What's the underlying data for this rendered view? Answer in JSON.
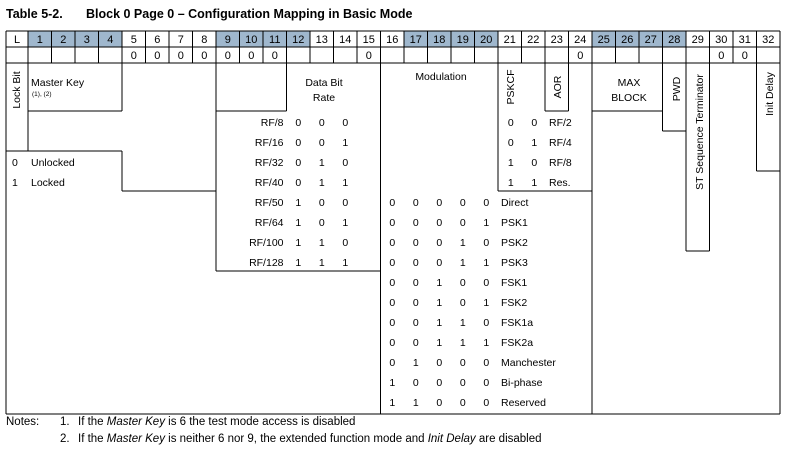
{
  "caption": {
    "number": "Table 5-2.",
    "title": "Block 0 Page 0 – Configuration Mapping in Basic Mode"
  },
  "colors": {
    "shaded_header": "#9fb7cd",
    "grid": "#000000"
  },
  "bit_headers": [
    "L",
    "1",
    "2",
    "3",
    "4",
    "5",
    "6",
    "7",
    "8",
    "9",
    "10",
    "11",
    "12",
    "13",
    "14",
    "15",
    "16",
    "17",
    "18",
    "19",
    "20",
    "21",
    "22",
    "23",
    "24",
    "25",
    "26",
    "27",
    "28",
    "29",
    "30",
    "31",
    "32"
  ],
  "shaded_columns": [
    1,
    2,
    3,
    4,
    9,
    10,
    11,
    12,
    17,
    18,
    19,
    20,
    25,
    26,
    27,
    28
  ],
  "fixed_zeros": [
    "0",
    "0",
    "0",
    "0",
    "0",
    "0",
    "0",
    "0",
    "0",
    "0",
    "0"
  ],
  "fields": {
    "lock_bit": "Lock Bit",
    "master_key": "Master Key",
    "master_key_notes": "(1), (2)",
    "data_bit_rate_line1": "Data Bit",
    "data_bit_rate_line2": "Rate",
    "modulation": "Modulation",
    "pskcf": "PSKCF",
    "aor": "AOR",
    "max_block_line1": "MAX",
    "max_block_line2": "BLOCK",
    "pwd": "PWD",
    "st_sequence_terminator": "ST Sequence Terminator",
    "init_delay": "Init Delay"
  },
  "lock_rows": [
    {
      "value": "0",
      "label": "Unlocked"
    },
    {
      "value": "1",
      "label": "Locked"
    }
  ],
  "data_rate_rows": [
    {
      "label": "RF/8",
      "bits": [
        "0",
        "0",
        "0"
      ]
    },
    {
      "label": "RF/16",
      "bits": [
        "0",
        "0",
        "1"
      ]
    },
    {
      "label": "RF/32",
      "bits": [
        "0",
        "1",
        "0"
      ]
    },
    {
      "label": "RF/40",
      "bits": [
        "0",
        "1",
        "1"
      ]
    },
    {
      "label": "RF/50",
      "bits": [
        "1",
        "0",
        "0"
      ]
    },
    {
      "label": "RF/64",
      "bits": [
        "1",
        "0",
        "1"
      ]
    },
    {
      "label": "RF/100",
      "bits": [
        "1",
        "1",
        "0"
      ]
    },
    {
      "label": "RF/128",
      "bits": [
        "1",
        "1",
        "1"
      ]
    }
  ],
  "pskcf_rows": [
    {
      "bits": [
        "0",
        "0"
      ],
      "label": "RF/2"
    },
    {
      "bits": [
        "0",
        "1"
      ],
      "label": "RF/4"
    },
    {
      "bits": [
        "1",
        "0"
      ],
      "label": "RF/8"
    },
    {
      "bits": [
        "1",
        "1"
      ],
      "label": "Res."
    }
  ],
  "modulation_rows": [
    {
      "bits": [
        "0",
        "0",
        "0",
        "0",
        "0"
      ],
      "label": "Direct"
    },
    {
      "bits": [
        "0",
        "0",
        "0",
        "0",
        "1"
      ],
      "label": "PSK1"
    },
    {
      "bits": [
        "0",
        "0",
        "0",
        "1",
        "0"
      ],
      "label": "PSK2"
    },
    {
      "bits": [
        "0",
        "0",
        "0",
        "1",
        "1"
      ],
      "label": "PSK3"
    },
    {
      "bits": [
        "0",
        "0",
        "1",
        "0",
        "0"
      ],
      "label": "FSK1"
    },
    {
      "bits": [
        "0",
        "0",
        "1",
        "0",
        "1"
      ],
      "label": "FSK2"
    },
    {
      "bits": [
        "0",
        "0",
        "1",
        "1",
        "0"
      ],
      "label": "FSK1a"
    },
    {
      "bits": [
        "0",
        "0",
        "1",
        "1",
        "1"
      ],
      "label": "FSK2a"
    },
    {
      "bits": [
        "0",
        "1",
        "0",
        "0",
        "0"
      ],
      "label": "Manchester"
    },
    {
      "bits": [
        "1",
        "0",
        "0",
        "0",
        "0"
      ],
      "label": "Bi-phase"
    },
    {
      "bits": [
        "1",
        "1",
        "0",
        "0",
        "0"
      ],
      "label": "Reserved"
    }
  ],
  "notes": {
    "heading": "Notes:",
    "items": [
      {
        "num": "1.",
        "pre": "If the ",
        "em": "Master Key",
        "post": " is 6 the test mode access is disabled",
        "em2": "",
        "post2": ""
      },
      {
        "num": "2.",
        "pre": "If the ",
        "em": "Master Key",
        "post": " is neither 6 nor 9, the extended function mode and ",
        "em2": "Init Delay",
        "post2": " are disabled"
      }
    ]
  }
}
